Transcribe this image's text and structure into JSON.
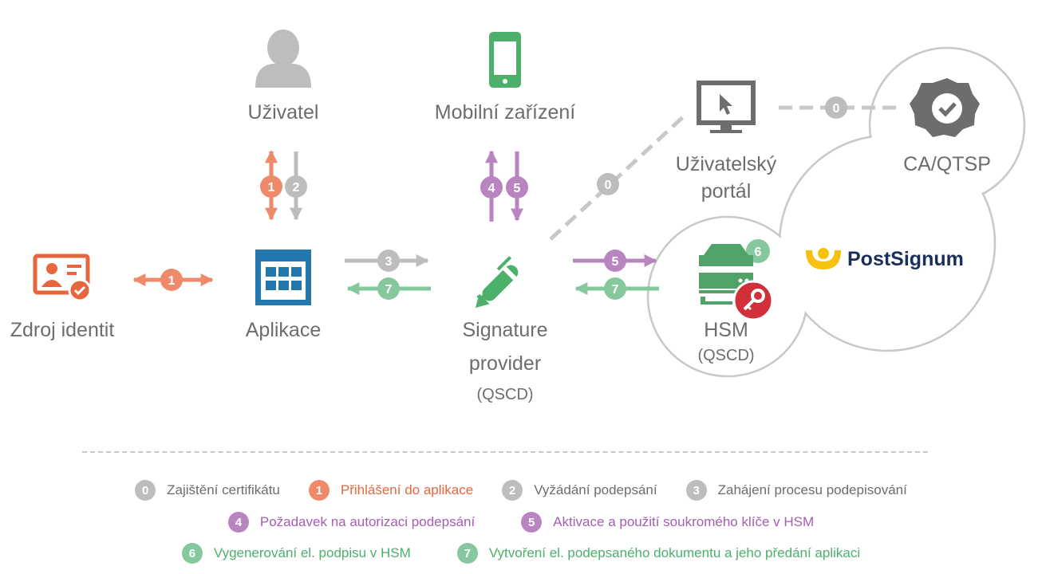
{
  "colors": {
    "gray": "#bdbdbd",
    "orange": "#ee8a6a",
    "purple": "#b985c0",
    "green": "#85c89e",
    "icon_orange": "#e8663d",
    "icon_blue": "#2277ae",
    "icon_green": "#4cb06b",
    "icon_gray": "#6d6d6d",
    "hsm_green": "#4fa368",
    "key_red": "#d1303a",
    "brand_yellow": "#f6c20f",
    "brand_navy": "#1b2f5e"
  },
  "nodes": {
    "zdroj": "Zdroj identit",
    "aplikace": "Aplikace",
    "uzivatel": "Uživatel",
    "mobil": "Mobilní zařízení",
    "signature_1": "Signature",
    "signature_2": "provider",
    "signature_3": "(QSCD)",
    "portal_1": "Uživatelský",
    "portal_2": "portál",
    "ca": "CA/QTSP",
    "hsm_1": "HSM",
    "hsm_2": "(QSCD)",
    "brand": "PostSignum"
  },
  "steps": {
    "s0": "0",
    "s1": "1",
    "s2": "2",
    "s3": "3",
    "s4": "4",
    "s5": "5",
    "s6": "6",
    "s7": "7"
  },
  "legend": [
    {
      "num": "0",
      "text": "Zajištění certifikátu",
      "color": "gray"
    },
    {
      "num": "1",
      "text": "Přihlášení do aplikace",
      "color": "orange"
    },
    {
      "num": "2",
      "text": "Vyžádání podepsání",
      "color": "gray"
    },
    {
      "num": "3",
      "text": "Zahájení procesu podepisování",
      "color": "gray"
    },
    {
      "num": "4",
      "text": "Požadavek na autorizaci podepsání",
      "color": "purple"
    },
    {
      "num": "5",
      "text": "Aktivace a použití soukromého klíče v HSM",
      "color": "purple"
    },
    {
      "num": "6",
      "text": "Vygenerování el. podpisu v HSM",
      "color": "green"
    },
    {
      "num": "7",
      "text": "Vytvoření el. podepsaného dokumentu a jeho předání aplikaci",
      "color": "green"
    }
  ]
}
